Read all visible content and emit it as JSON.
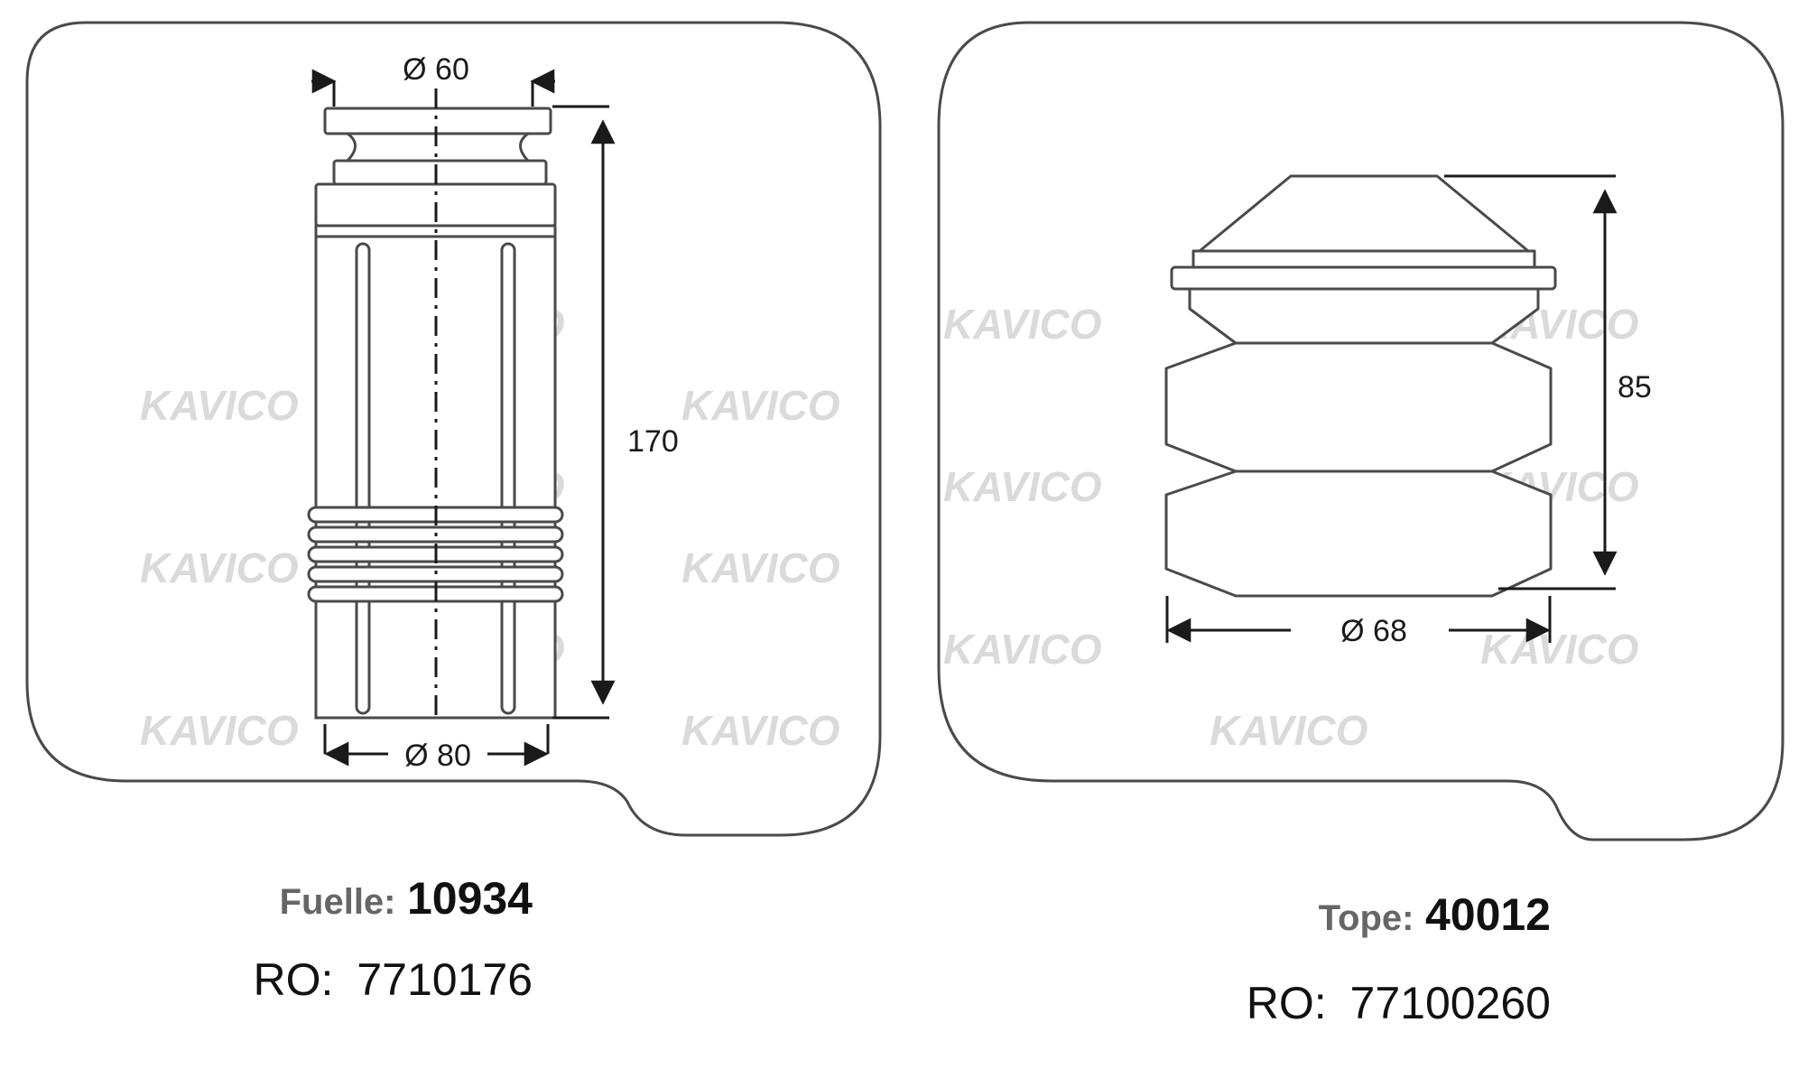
{
  "watermark": "KAVICO",
  "colors": {
    "outline": "#4a4a4a",
    "dim_line": "#1a1a1a",
    "label_light": "#666666",
    "label_dark": "#111111",
    "watermark": "#d4d4d4"
  },
  "parts": [
    {
      "part_type": "Fuelle:",
      "part_number": "10934",
      "ro_label": "RO:",
      "ro_number": "7710176",
      "dimensions": {
        "top_diameter": "Ø 60",
        "bottom_diameter": "Ø 80",
        "height": "170"
      }
    },
    {
      "part_type": "Tope:",
      "part_number": "40012",
      "ro_label": "RO:",
      "ro_number": "77100260",
      "dimensions": {
        "diameter": "Ø 68",
        "height": "85"
      }
    }
  ]
}
